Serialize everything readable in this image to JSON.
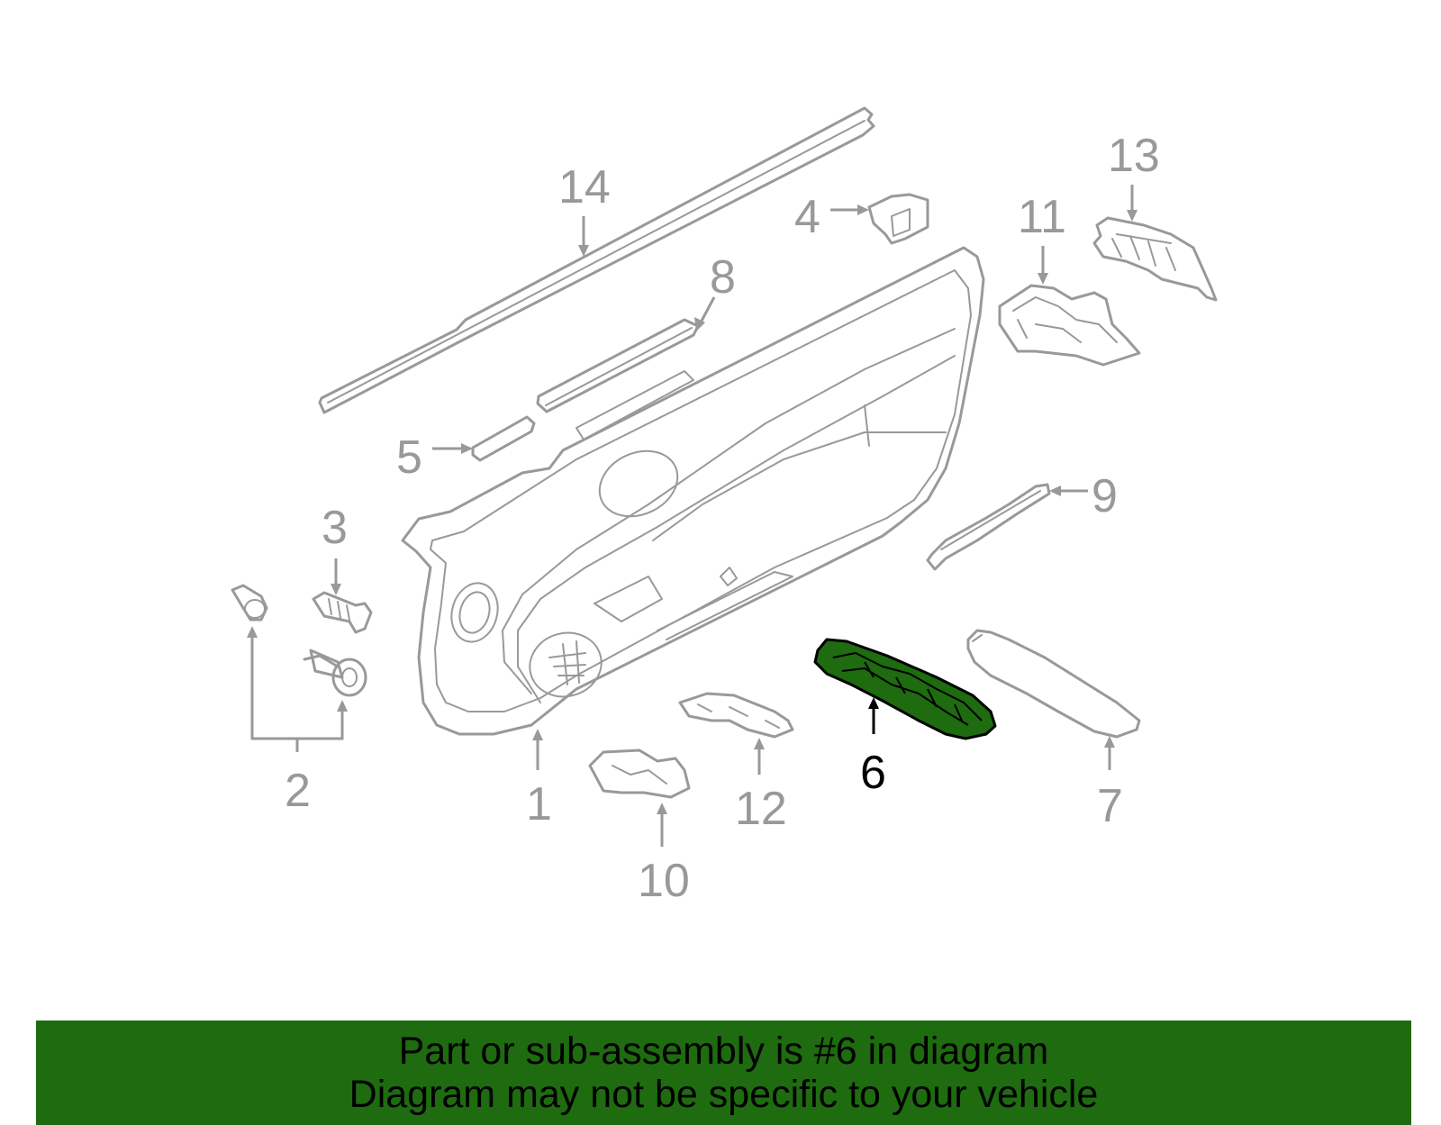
{
  "callouts": {
    "c1": "1",
    "c2": "2",
    "c3": "3",
    "c4": "4",
    "c5": "5",
    "c6": "6",
    "c7": "7",
    "c8": "8",
    "c9": "9",
    "c10": "10",
    "c11": "11",
    "c12": "12",
    "c13": "13",
    "c14": "14"
  },
  "highlighted_part": "6",
  "colors": {
    "highlight": "#1e6b10",
    "line": "#999999",
    "banner": "#1e6b10"
  },
  "banner": {
    "line1": "Part or sub-assembly is #6 in diagram",
    "line2": "Diagram may not be specific to your vehicle"
  }
}
